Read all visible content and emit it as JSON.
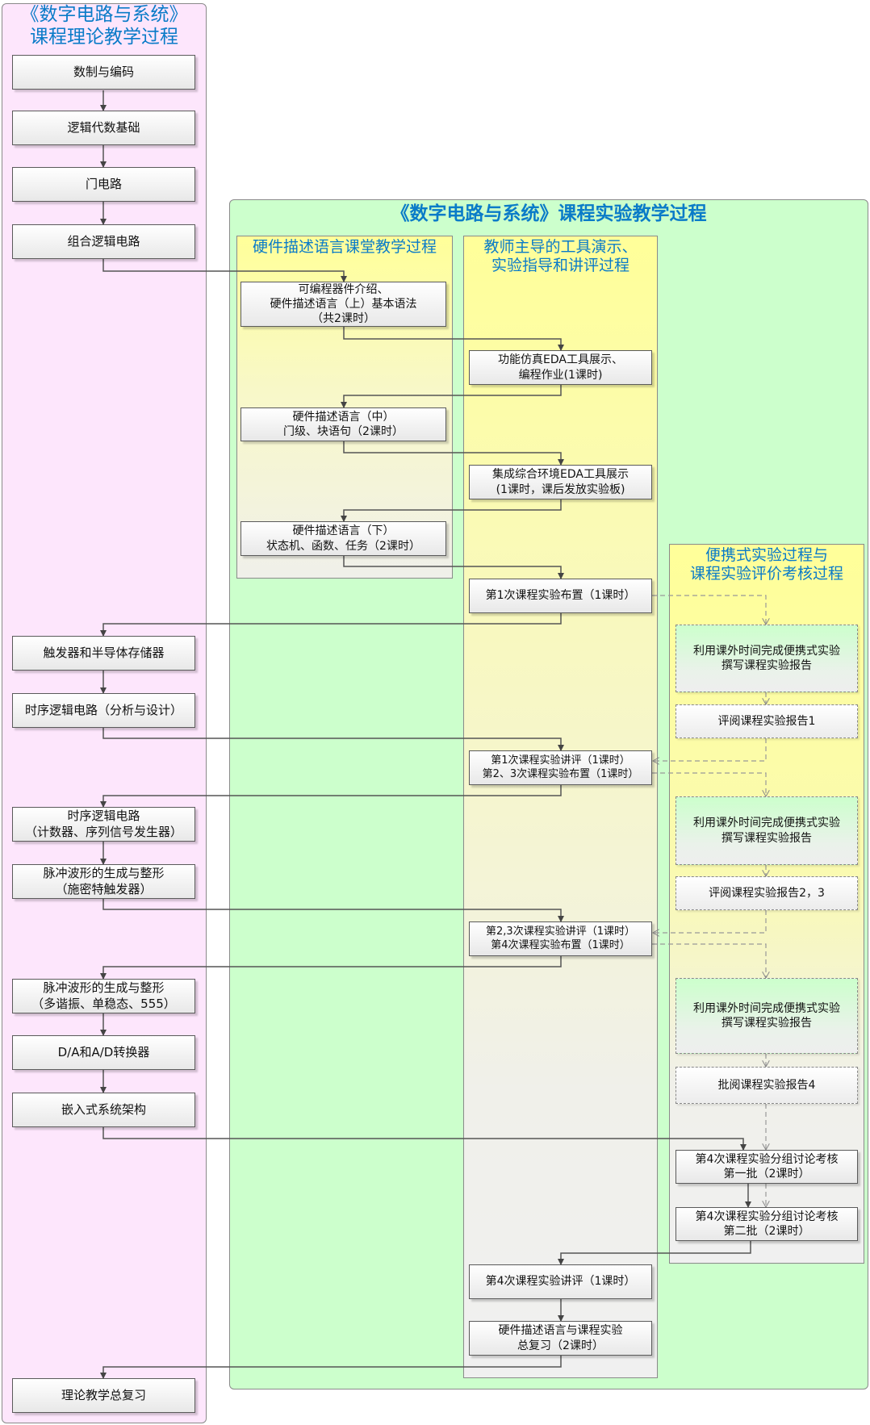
{
  "theory": {
    "title": "《数字电路与系统》\n课程理论教学过程",
    "items": [
      "数制与编码",
      "逻辑代数基础",
      "门电路",
      "组合逻辑电路",
      "触发器和半导体存储器",
      "时序逻辑电路（分析与设计）",
      "时序逻辑电路\n（计数器、序列信号发生器）",
      "脉冲波形的生成与整形\n（施密特触发器）",
      "脉冲波形的生成与整形\n（多谐振、单稳态、555）",
      "D/A和A/D转换器",
      "嵌入式系统架构",
      "理论教学总复习"
    ]
  },
  "lab": {
    "title": "《数字电路与系统》课程实验教学过程",
    "hdl": {
      "title": "硬件描述语言课堂教学过程",
      "items": [
        "可编程器件介绍、\n硬件描述语言（上）基本语法\n（共2课时）",
        "硬件描述语言（中）\n门级、块语句（2课时）",
        "硬件描述语言（下）\n状态机、函数、任务（2课时）"
      ]
    },
    "teacher": {
      "title": "教师主导的工具演示、\n实验指导和讲评过程",
      "items": [
        "功能仿真EDA工具展示、\n编程作业(1课时)",
        "集成综合环境EDA工具展示\n(1课时，课后发放实验板)",
        "第1次课程实验布置（1课时）",
        "第1次课程实验讲评（1课时）\n第2、3次课程实验布置（1课时）",
        "第2,3次课程实验讲评（1课时）\n第4次课程实验布置（1课时）",
        "第4次课程实验讲评（1课时）",
        "硬件描述语言与课程实验\n总复习（2课时）"
      ]
    },
    "portable": {
      "title": "便携式实验过程与\n课程实验评价考核过程",
      "items": [
        "利用课外时间完成便携式实验\n撰写课程实验报告",
        "评阅课程实验报告1",
        "利用课外时间完成便携式实验\n撰写课程实验报告",
        "评阅课程实验报告2，3",
        "利用课外时间完成便携式实验\n撰写课程实验报告",
        "批阅课程实验报告4",
        "第4次课程实验分组讨论考核\n第一批（2课时）",
        "第4次课程实验分组讨论考核\n第二批（2课时）"
      ]
    }
  },
  "colors": {
    "title": "#0a7bc8",
    "theory_bg": "#fde6fc",
    "lab_bg": "#ccffcc",
    "lane_bg": "#ffff99"
  }
}
